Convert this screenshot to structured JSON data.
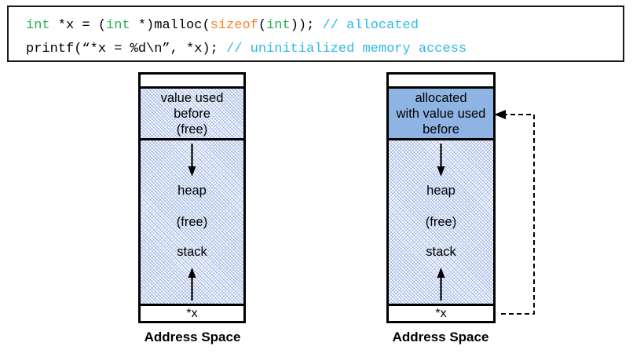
{
  "code_box": {
    "lines": [
      {
        "id": "code-line-1",
        "tokens": [
          {
            "text": "int",
            "kind": "keyword"
          },
          {
            "text": " *x = (",
            "kind": "plain"
          },
          {
            "text": "int",
            "kind": "keyword"
          },
          {
            "text": " *)malloc(",
            "kind": "plain"
          },
          {
            "text": "sizeof",
            "kind": "function"
          },
          {
            "text": "(",
            "kind": "plain"
          },
          {
            "text": "int",
            "kind": "keyword"
          },
          {
            "text": ")); ",
            "kind": "plain"
          },
          {
            "text": "// allocated",
            "kind": "comment"
          }
        ],
        "plain_text": "int *x = (int *)malloc(sizeof(int)); // allocated"
      },
      {
        "id": "code-line-2",
        "tokens": [
          {
            "text": "printf(“*x = %d\\n”, *x); ",
            "kind": "plain"
          },
          {
            "text": "// uninitialized memory access",
            "kind": "comment"
          }
        ],
        "plain_text": "printf(“*x = %d\\n”, *x); // uninitialized memory access"
      }
    ],
    "colors": {
      "keyword": "#22b14c",
      "function": "#ff7f27",
      "comment": "#2eb8e6",
      "plain": "#000000",
      "border": "#1a1a1a"
    }
  },
  "diagrams": {
    "left": {
      "caption": "Address Space",
      "top_block": {
        "lines": [
          "value used",
          "before",
          "(free)"
        ],
        "fill": "hatched",
        "fill_color": "#ffffff"
      },
      "body": {
        "fill": "hatched",
        "labels": [
          "heap",
          "(free)",
          "stack"
        ],
        "arrow_down": true,
        "arrow_up": true
      },
      "pointer_box": {
        "label": "*x"
      },
      "has_dashed_arrow": false
    },
    "right": {
      "caption": "Address Space",
      "top_block": {
        "lines": [
          "allocated",
          "with value used",
          "before"
        ],
        "fill": "solid",
        "fill_color": "#8eb4e3"
      },
      "body": {
        "fill": "hatched",
        "labels": [
          "heap",
          "(free)",
          "stack"
        ],
        "arrow_down": true,
        "arrow_up": true
      },
      "pointer_box": {
        "label": "*x"
      },
      "has_dashed_arrow": true,
      "dashed_arrow_note": "dashed line from *x box rightwards, up, and left into the allocated block"
    }
  },
  "colors": {
    "hatch_line": "#96afe1",
    "allocated_blue": "#8eb4e3",
    "outline": "#000000",
    "page_background": "#ffffff"
  }
}
